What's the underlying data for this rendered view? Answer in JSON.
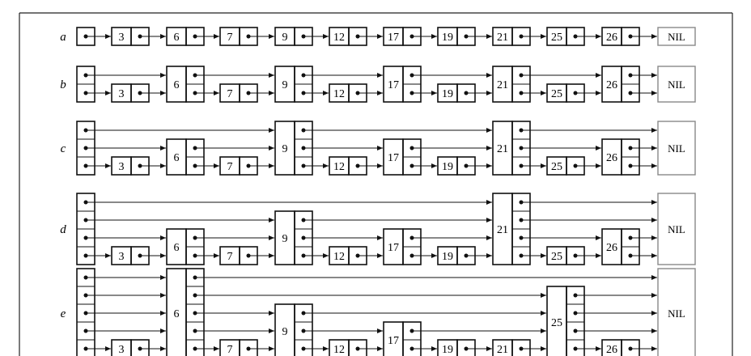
{
  "frame": {
    "border_color": "#222222"
  },
  "nil_label": "NIL",
  "rows": [
    {
      "label": "a",
      "header_height": 1,
      "nodes": [
        {
          "key": "3",
          "height": 1
        },
        {
          "key": "6",
          "height": 1
        },
        {
          "key": "7",
          "height": 1
        },
        {
          "key": "9",
          "height": 1
        },
        {
          "key": "12",
          "height": 1
        },
        {
          "key": "17",
          "height": 1
        },
        {
          "key": "19",
          "height": 1
        },
        {
          "key": "21",
          "height": 1
        },
        {
          "key": "25",
          "height": 1
        },
        {
          "key": "26",
          "height": 1
        }
      ]
    },
    {
      "label": "b",
      "header_height": 2,
      "nodes": [
        {
          "key": "3",
          "height": 1
        },
        {
          "key": "6",
          "height": 2
        },
        {
          "key": "7",
          "height": 1
        },
        {
          "key": "9",
          "height": 2
        },
        {
          "key": "12",
          "height": 1
        },
        {
          "key": "17",
          "height": 2
        },
        {
          "key": "19",
          "height": 1
        },
        {
          "key": "21",
          "height": 2
        },
        {
          "key": "25",
          "height": 1
        },
        {
          "key": "26",
          "height": 2
        }
      ]
    },
    {
      "label": "c",
      "header_height": 3,
      "nodes": [
        {
          "key": "3",
          "height": 1
        },
        {
          "key": "6",
          "height": 2
        },
        {
          "key": "7",
          "height": 1
        },
        {
          "key": "9",
          "height": 3
        },
        {
          "key": "12",
          "height": 1
        },
        {
          "key": "17",
          "height": 2
        },
        {
          "key": "19",
          "height": 1
        },
        {
          "key": "21",
          "height": 3
        },
        {
          "key": "25",
          "height": 1
        },
        {
          "key": "26",
          "height": 2
        }
      ]
    },
    {
      "label": "d",
      "header_height": 4,
      "nodes": [
        {
          "key": "3",
          "height": 1
        },
        {
          "key": "6",
          "height": 2
        },
        {
          "key": "7",
          "height": 1
        },
        {
          "key": "9",
          "height": 3
        },
        {
          "key": "12",
          "height": 1
        },
        {
          "key": "17",
          "height": 2
        },
        {
          "key": "19",
          "height": 1
        },
        {
          "key": "21",
          "height": 4
        },
        {
          "key": "25",
          "height": 1
        },
        {
          "key": "26",
          "height": 2
        }
      ]
    },
    {
      "label": "e",
      "header_height": 5,
      "nodes": [
        {
          "key": "3",
          "height": 1
        },
        {
          "key": "6",
          "height": 5
        },
        {
          "key": "7",
          "height": 1
        },
        {
          "key": "9",
          "height": 3
        },
        {
          "key": "12",
          "height": 1
        },
        {
          "key": "17",
          "height": 2
        },
        {
          "key": "19",
          "height": 1
        },
        {
          "key": "21",
          "height": 1
        },
        {
          "key": "25",
          "height": 4
        },
        {
          "key": "26",
          "height": 1
        }
      ]
    }
  ]
}
